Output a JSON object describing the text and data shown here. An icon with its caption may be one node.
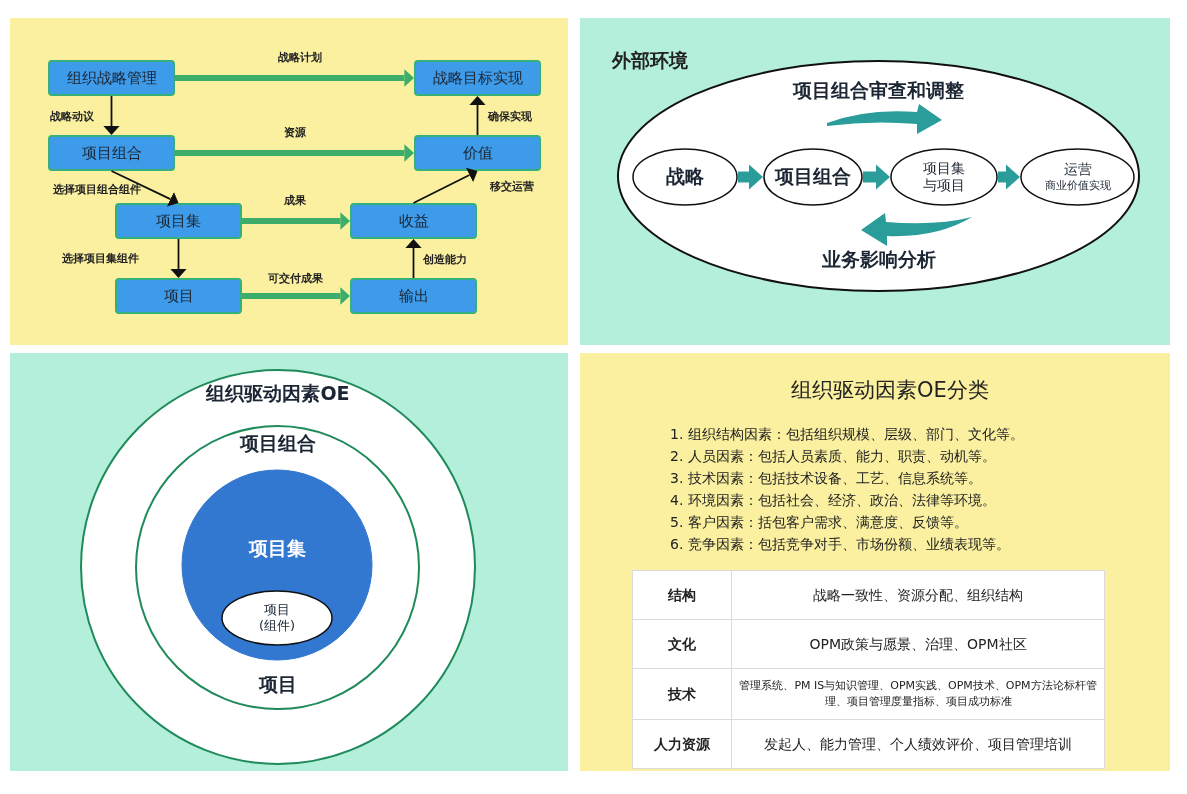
{
  "diagram": {
    "nodes": [
      {
        "text": [
          "组织战略管理"
        ]
      },
      {
        "text": [
          "战略目标实现"
        ]
      },
      {
        "text": [
          "项目组合"
        ]
      },
      {
        "text": [
          "价值"
        ]
      },
      {
        "text": [
          "项目集"
        ]
      },
      {
        "text": [
          "收益"
        ]
      },
      {
        "text": [
          "项目"
        ]
      },
      {
        "text": [
          "输出"
        ]
      },
      {
        "text": [
          "项目组合审查和调整",
          "业务影响分析"
        ]
      },
      {
        "text": [
          "战略"
        ],
        "in": 8
      },
      {
        "text": [
          "项目组合"
        ],
        "in": 8
      },
      {
        "text": [
          "项目集与项目"
        ],
        "in": 8
      },
      {
        "text": [
          "运营",
          "商业价值实现"
        ],
        "in": 8
      },
      {
        "text": [
          "组织驱动因素OE"
        ]
      },
      {
        "text": [
          "项目组合",
          "项目"
        ],
        "in": 13
      },
      {
        "text": [
          "项目集"
        ],
        "in": 14
      },
      {
        "text": [
          "项目",
          "(组件)"
        ],
        "in": 15
      }
    ],
    "edges": [
      {
        "from": 0,
        "to": 1,
        "arrow": "to",
        "label": "战略计划",
        "color": "#3dae6a"
      },
      {
        "from": 0,
        "to": 2,
        "arrow": "to",
        "label": "战略动议"
      },
      {
        "from": 2,
        "to": 3,
        "arrow": "to",
        "label": "资源",
        "color": "#3dae6a"
      },
      {
        "from": 3,
        "to": 1,
        "arrow": "to",
        "label": "确保实现"
      },
      {
        "from": 2,
        "to": 4,
        "arrow": "to",
        "label": "选择项目组合组件"
      },
      {
        "from": 4,
        "to": 5,
        "arrow": "to",
        "label": "成果",
        "color": "#3dae6a"
      },
      {
        "from": 5,
        "to": 3,
        "arrow": "to",
        "label": "移交运营"
      },
      {
        "from": 4,
        "to": 6,
        "arrow": "to",
        "label": "选择项目集组件"
      },
      {
        "from": 6,
        "to": 7,
        "arrow": "to",
        "label": "可交付成果",
        "color": "#3dae6a"
      },
      {
        "from": 7,
        "to": 5,
        "arrow": "to",
        "label": "创造能力"
      },
      {
        "from": 9,
        "to": 10,
        "arrow": "to",
        "style": "thick",
        "color": "#2a9d9b"
      },
      {
        "from": 10,
        "to": 11,
        "arrow": "to",
        "style": "thick",
        "color": "#2a9d9b"
      },
      {
        "from": 11,
        "to": 12,
        "arrow": "to",
        "style": "thick",
        "color": "#2a9d9b"
      }
    ],
    "labels": [
      "外部环境",
      "组织驱动因素OE分类",
      "1. 组织结构因素：包括组织规模、层级、部门、文化等。",
      "2. 人员因素：包括人员素质、能力、职责、动机等。",
      "3. 技术因素：包括技术设备、工艺、信息系统等。",
      "4. 环境因素：包括社会、经济、政治、法律等环境。",
      "5. 客户因素：括包客户需求、满意度、反馈等。",
      "6. 竞争因素：包括竞争对手、市场份额、业绩表现等。",
      "结构",
      "战略一致性、资源分配、组织结构",
      "文化",
      "OPM政策与愿景、治理、OPM社区",
      "技术",
      "管理系统、PM IS与知识管理、OPM实践、OPM技术、OPM方法论标杆管理、项目管理度量指标、项目成功标准",
      "人力资源",
      "发起人、能力管理、个人绩效评价、项目管理培训"
    ]
  }
}
